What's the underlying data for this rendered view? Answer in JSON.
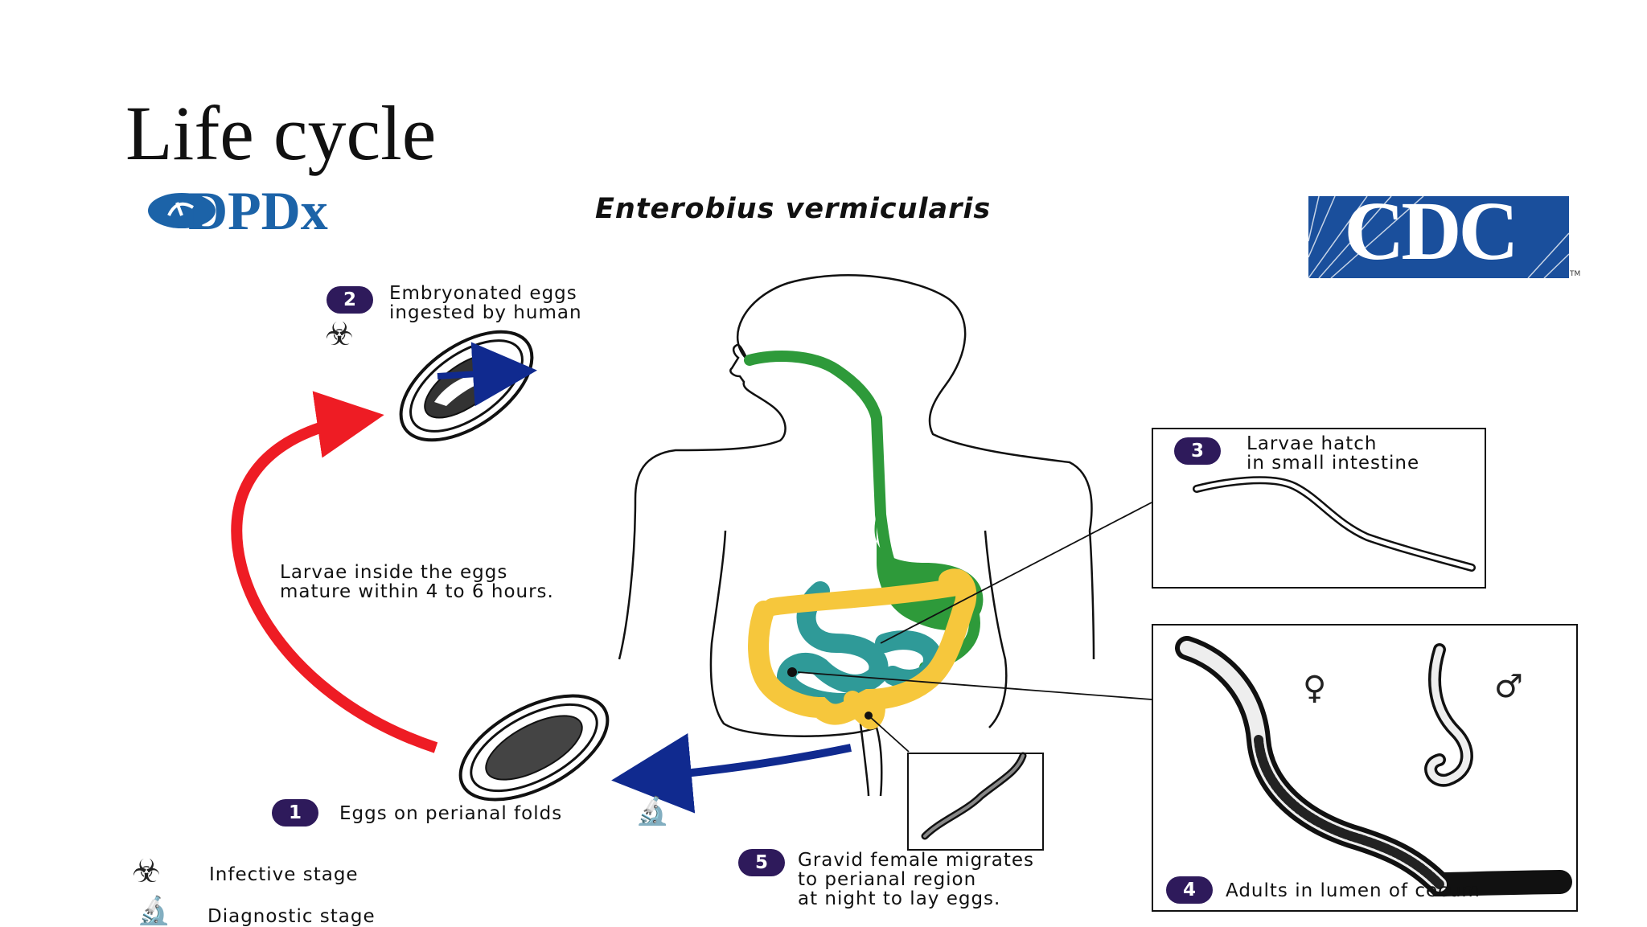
{
  "title": "Life cycle",
  "species": "Enterobius vermicularis",
  "logos": {
    "dpdx": "DPDx",
    "cdc": "CDC",
    "cdc_tm": "TM"
  },
  "stages": [
    {
      "number": "1",
      "label": [
        "Eggs on perianal folds"
      ]
    },
    {
      "number": "2",
      "label": [
        "Embryonated eggs",
        "ingested by human"
      ]
    },
    {
      "number": "3",
      "label": [
        "Larvae hatch",
        "in small intestine"
      ]
    },
    {
      "number": "4",
      "label": [
        "Adults in lumen of cecum"
      ]
    },
    {
      "number": "5",
      "label": [
        "Gravid female migrates",
        "to perianal region",
        "at night to lay eggs."
      ]
    }
  ],
  "maturation_note": [
    "Larvae inside the eggs",
    "mature within 4 to 6 hours."
  ],
  "legend": [
    {
      "icon": "biohazard-icon",
      "label": "Infective stage"
    },
    {
      "icon": "microscope-icon",
      "label": "Diagnostic stage"
    }
  ],
  "sex_symbols": {
    "female": "♀",
    "male": "♂"
  },
  "colors": {
    "badge": "#2e1a5b",
    "red_arrow": "#ee1c24",
    "blue_arrow": "#102a8f",
    "esophagus_stomach": "#2e9a3a",
    "small_intestine": "#2f9a98",
    "large_intestine": "#f6c73c",
    "cdc_blue": "#1a4f9c",
    "dpdx_blue": "#1c63a8"
  }
}
